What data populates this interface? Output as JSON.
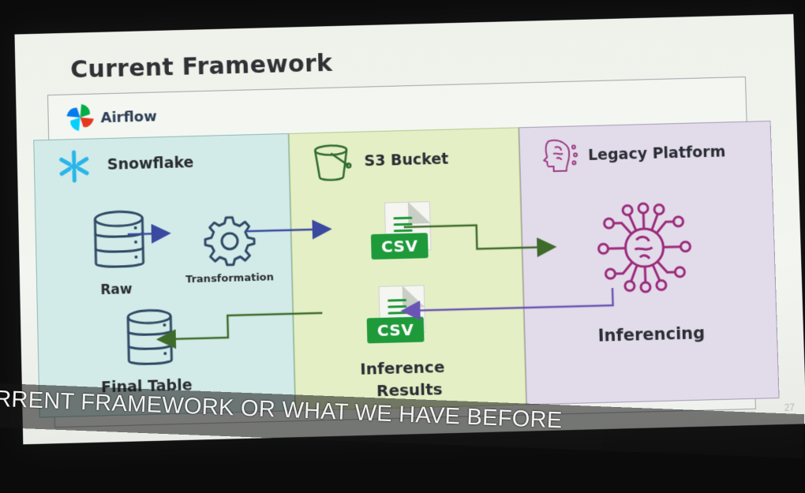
{
  "slide": {
    "title": "Current Framework",
    "page_number": "27"
  },
  "airflow": {
    "label": "Airflow",
    "logo_icon": "airflow-pinwheel-icon"
  },
  "panels": {
    "snowflake": {
      "title": "Snowflake",
      "icon": "snowflake-icon",
      "color": "#d2ebe8",
      "raw_label": "Raw",
      "transformation_label": "Transformation",
      "final_table_label": "Final Table"
    },
    "s3": {
      "title": "S3 Bucket",
      "icon": "bucket-icon",
      "color": "#e4efc6",
      "csv_top_label": "CSV",
      "csv_bottom_label": "CSV",
      "inference_results_label_1": "Inference",
      "inference_results_label_2": "Results"
    },
    "legacy": {
      "title": "Legacy Platform",
      "icon": "brain-head-icon",
      "color": "#e2dbea",
      "inferencing_label": "Inferencing"
    }
  },
  "colors": {
    "arrow_blue": "#3a4aa0",
    "arrow_green": "#3e6b2a",
    "arrow_purple": "#6a55b5",
    "csv_green": "#1f9a3a",
    "network_purple": "#9b2a7a"
  },
  "caption": {
    "text": "RRENT FRAMEWORK OR WHAT WE HAVE BEFORE"
  }
}
